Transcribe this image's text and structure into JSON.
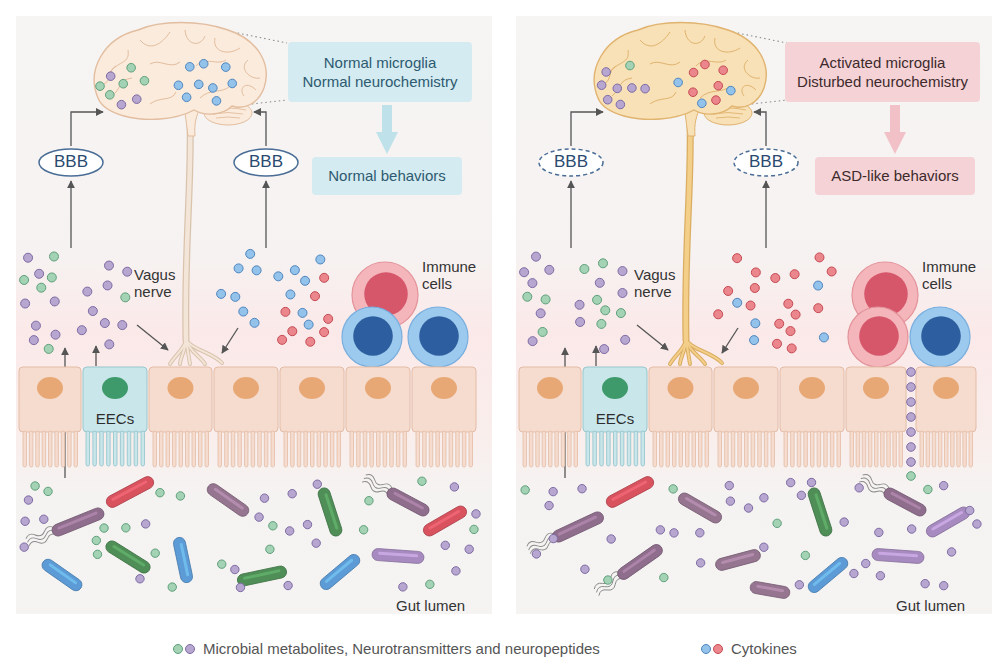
{
  "diagram": {
    "nodes": [
      {
        "text": [
          "Normal microglia",
          "Normal neurochemistry"
        ]
      },
      {
        "text": [
          "BBB"
        ]
      },
      {
        "text": [
          "BBB"
        ]
      },
      {
        "text": [
          "Normal behaviors"
        ]
      },
      {
        "text": [
          "EECs"
        ]
      },
      {
        "text": [
          "Activated microglia",
          "Disturbed neurochemistry"
        ]
      },
      {
        "text": [
          "BBB"
        ]
      },
      {
        "text": [
          "BBB"
        ]
      },
      {
        "text": [
          "ASD-like behaviors"
        ]
      },
      {
        "text": [
          "EECs"
        ]
      }
    ],
    "edges": [
      {
        "from": 0,
        "to": 3,
        "arrow": "to"
      },
      {
        "from": 5,
        "to": 8,
        "arrow": "to"
      }
    ],
    "labels": [
      "Vagus nerve",
      "Immune cells",
      "Gut lumen",
      "Vagus nerve",
      "Immune cells",
      "Gut lumen"
    ],
    "legend": [
      {
        "text": "Microbial metabolites, Neurotransmitters and neuropeptides"
      },
      {
        "text": "Cytokines"
      }
    ]
  }
}
